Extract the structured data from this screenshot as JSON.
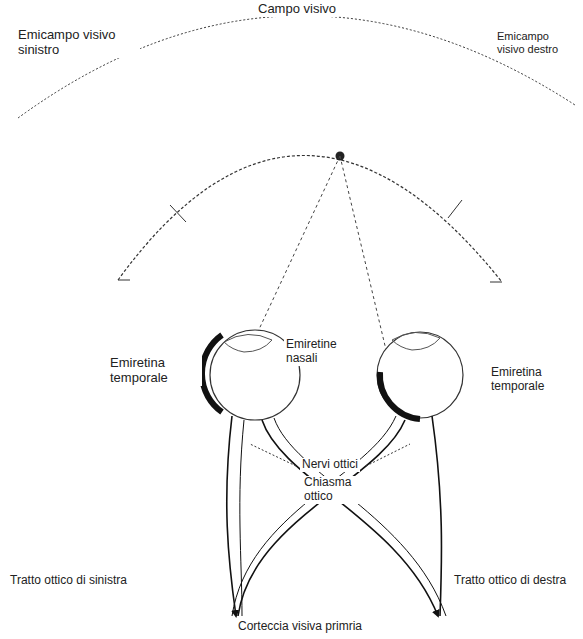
{
  "diagram": {
    "title": "Campo visivo",
    "labels": [
      "Emicampo visivo sinistro",
      "Emicampo visivo destro",
      "Emiretine nasali",
      "Emiretina temporale",
      "Emiretina temporale",
      "Nervi ottici",
      "Chiasma ottico",
      "Tratto ottico di sinistra",
      "Tratto ottico di destra",
      "Corteccia visiva primria"
    ]
  }
}
